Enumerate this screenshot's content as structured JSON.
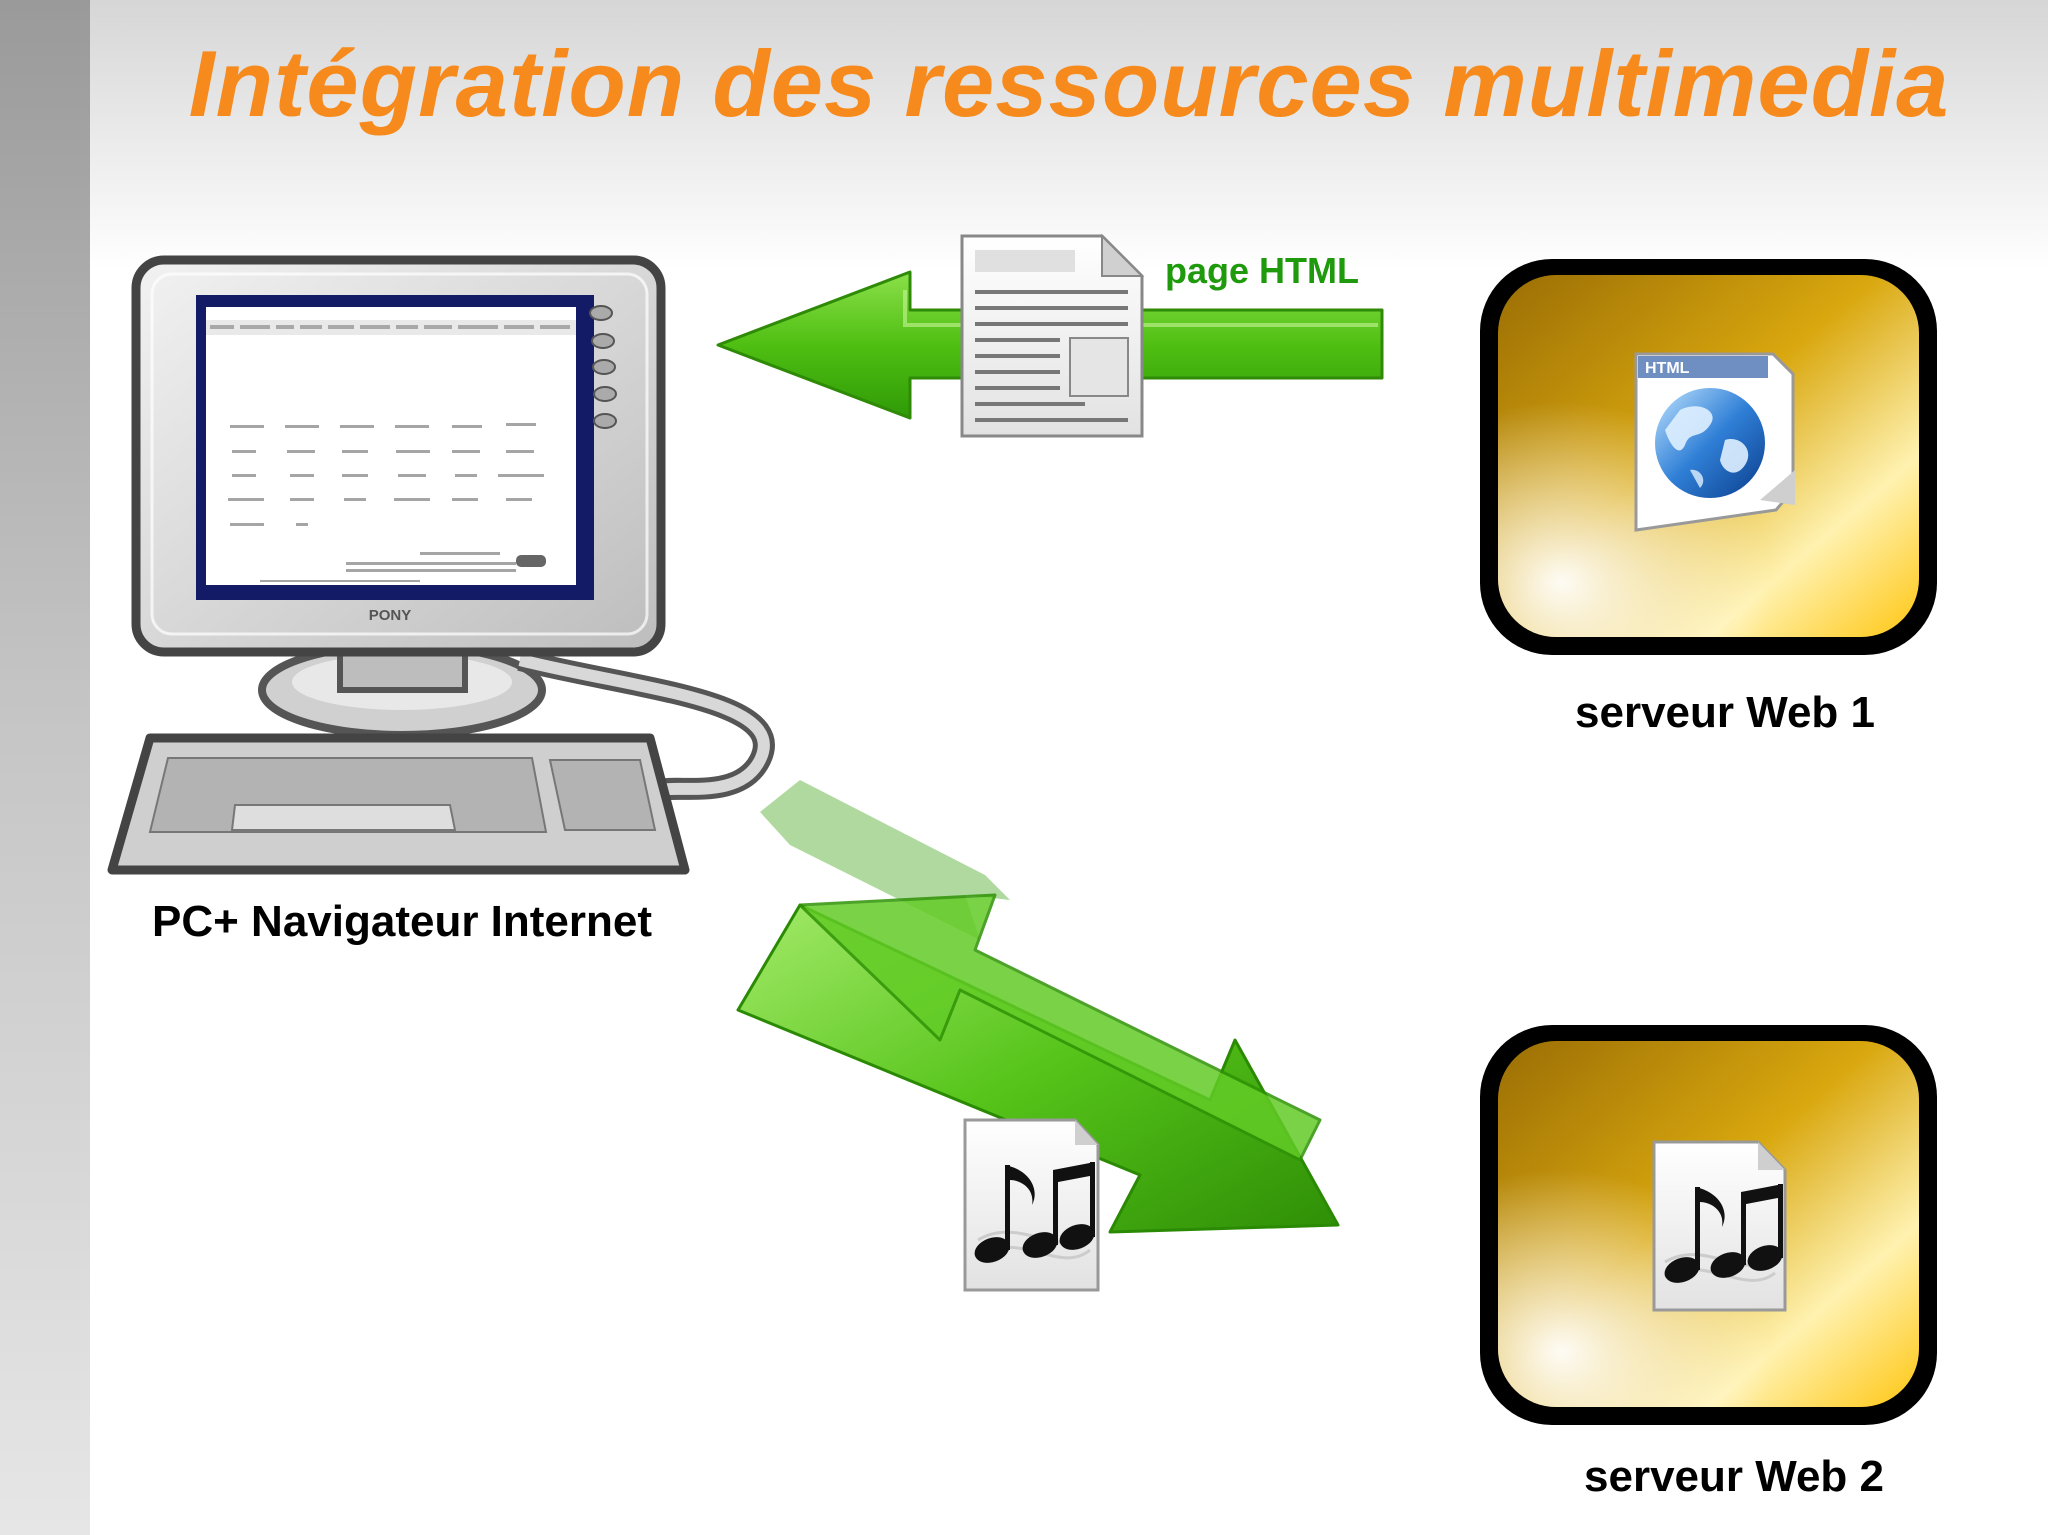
{
  "slide": {
    "title": "Intégration des ressources multimedia"
  },
  "labels": {
    "pc": "PC+ Navigateur Internet",
    "server1": "serveur Web 1",
    "server2": "serveur Web 2",
    "arrow_top": "page HTML"
  },
  "monitor": {
    "brand": "PONY"
  },
  "file_icon": {
    "badge": "HTML"
  },
  "colors": {
    "title": "#f78a1d",
    "arrow_green": "#4fbf12",
    "arrow_label": "#1e9a0c",
    "server_gold": "#d8a60a"
  }
}
